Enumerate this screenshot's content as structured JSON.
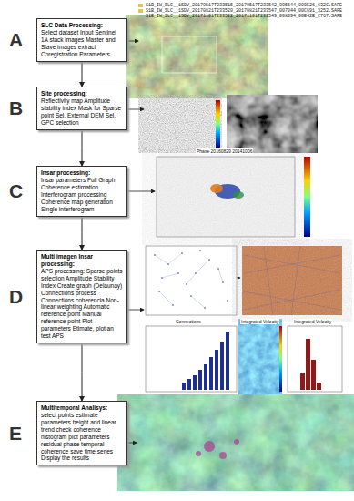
{
  "diagram": {
    "nodes": [
      {
        "text": [
          "SLC Data Processing:",
          "Select dataset Input Sentinel 1A stack images Master and Slave images extract Coregistration Parameters"
        ]
      },
      {
        "text": [
          "Site processing:",
          "Reflectivity map Amplitude stability index Mask for Sparse point Sel. External DEM Sel. GPC selection"
        ]
      },
      {
        "text": [
          "Insar processing:",
          "Insar parameters Full Graph Coherence estimation Interferogram processing Coherence map generation Single interferogram"
        ]
      },
      {
        "text": [
          "Multi imagen Insar processing:",
          "APS processing: Sparse points selection Amplitude Stability Index Create graph (Delaunay) Connections process Connections coherencia Non-linear weighting Automatic reference point Manual reference point Plot parameters Etimate, plot an test APS"
        ]
      },
      {
        "text": [
          "Multitemporal Analisys:",
          "select points estimate parameters height and linear trend check coherence histogram plot parameters residual phase temporal coherence save time series Display the results"
        ]
      }
    ],
    "edges": [
      {
        "from": 0,
        "to": 1,
        "arrow": "to"
      },
      {
        "from": 1,
        "to": 2,
        "arrow": "to"
      },
      {
        "from": 2,
        "to": 3,
        "arrow": "to"
      },
      {
        "from": 3,
        "to": 4,
        "arrow": "to"
      }
    ],
    "labels": [
      "S1B_IW_SLC__1SDV_20170517T233515_20170517T233542_005644_009E26_632C.SAFE",
      "S1B_IW_SLC__1SDV_20170821T233520_20170821T233547_007044_00C691_3252.SAFE",
      "S1B_IW_SLC__1SDV_20171101T233522_20171101T233549_008094_00E42B_C767.SAFE",
      "A",
      "B",
      "C",
      "D",
      "E",
      "Phase 20160829 20141006",
      "Connections",
      "Integrated Velocity",
      "Integrated Velocity"
    ]
  }
}
